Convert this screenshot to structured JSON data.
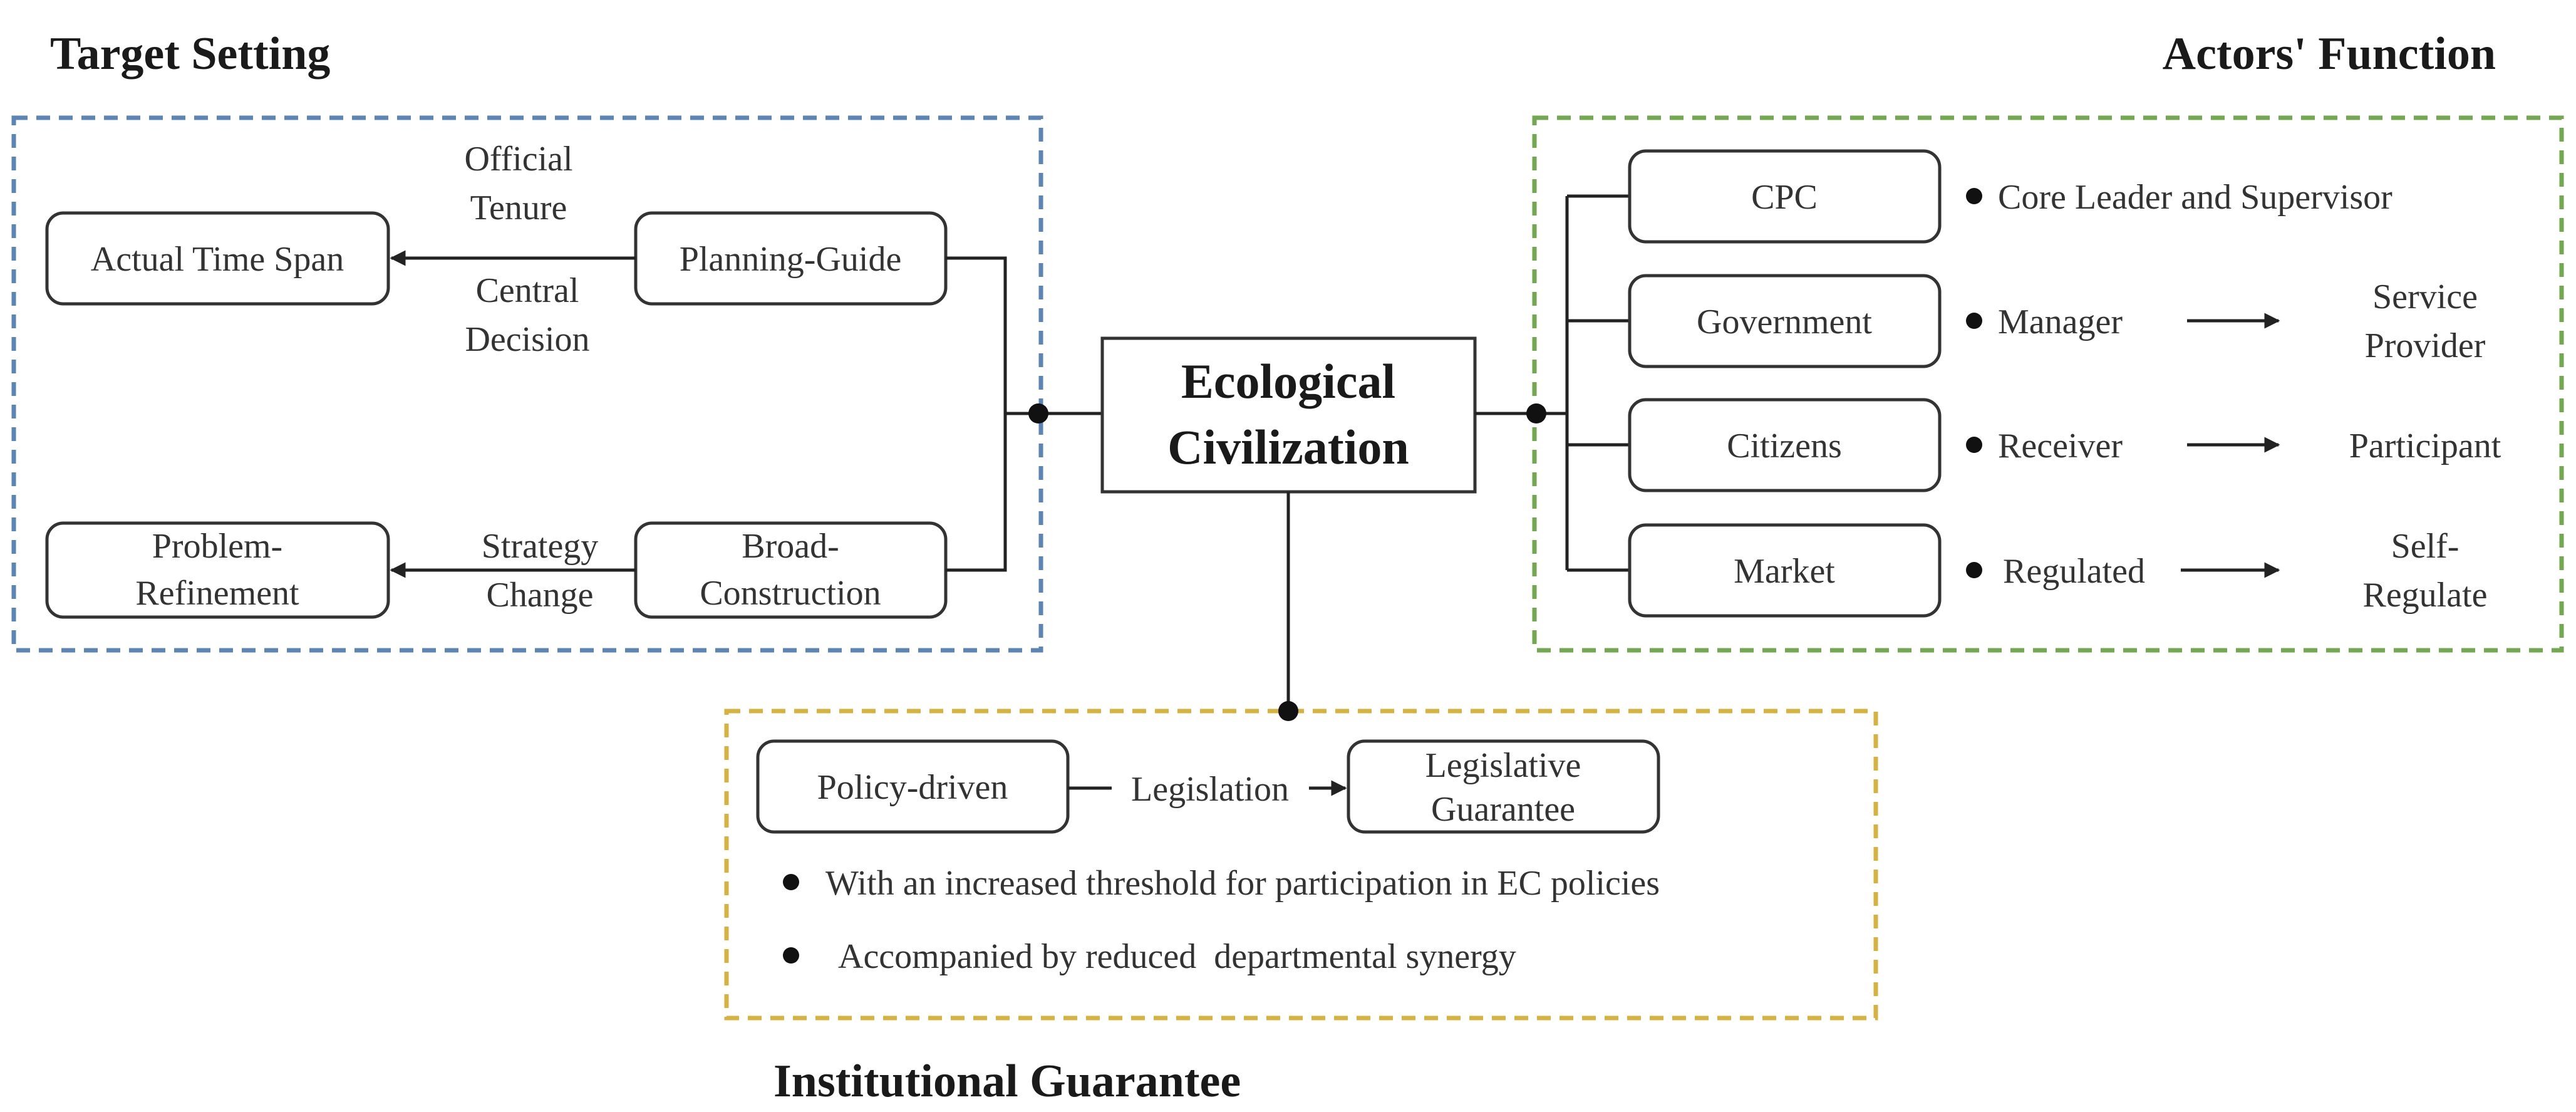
{
  "colors": {
    "target_border": "#5b85b5",
    "actors_border": "#72a84f",
    "institutional_border": "#d6b33f",
    "line": "#222222"
  },
  "center": {
    "line1": "Ecological",
    "line2": "Civilization"
  },
  "target_setting": {
    "title": "Target Setting",
    "planning_guide": "Planning-Guide",
    "actual_time_span": "Actual Time Span",
    "official_tenure": [
      "Official",
      "Tenure"
    ],
    "central_decision": [
      "Central",
      "Decision"
    ],
    "broad_construction": [
      "Broad-",
      "Construction"
    ],
    "problem_refinement": [
      "Problem-",
      "Refinement"
    ],
    "strategy_change": [
      "Strategy",
      "Change"
    ]
  },
  "actors_function": {
    "title": "Actors' Function",
    "actors": [
      {
        "name": "CPC",
        "role": "Core Leader and Supervisor",
        "target": []
      },
      {
        "name": "Government",
        "role": "Manager",
        "target": [
          "Service",
          "Provider"
        ]
      },
      {
        "name": "Citizens",
        "role": "Receiver",
        "target": [
          "Participant"
        ]
      },
      {
        "name": "Market",
        "role": "Regulated",
        "target": [
          "Self-",
          "Regulate"
        ]
      }
    ]
  },
  "institutional_guarantee": {
    "title": "Institutional Guarantee",
    "from": "Policy-driven",
    "via": "Legislation",
    "to": [
      "Legislative",
      "Guarantee"
    ],
    "bullets": [
      "With an increased threshold for participation in EC policies",
      "Accompanied by reduced  departmental synergy"
    ]
  }
}
